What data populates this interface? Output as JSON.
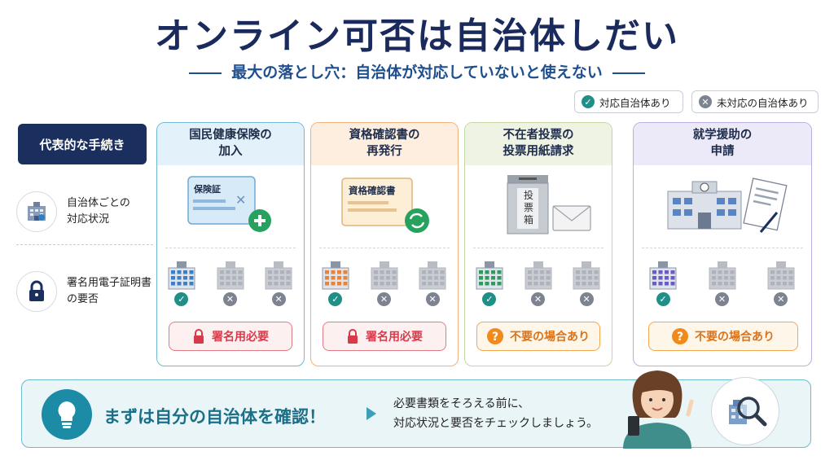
{
  "title": "オンライン可否は自治体しだい",
  "subtitle": "最大の落とし穴：自治体が対応していないと使えない",
  "legend": {
    "supported": "対応自治体あり",
    "unsupported": "未対応の自治体あり"
  },
  "rows": {
    "header": "代表的な手続き",
    "status": "自治体ごとの\n対応状況",
    "signature": "署名用電子証明書\nの要否"
  },
  "columns": [
    {
      "title_line1": "国民健康保険の",
      "title_line2": "加入",
      "card_label": "保険証",
      "pill": "署名用必要",
      "pill_type": "required",
      "accent": "#6fb8d6",
      "head_bg": "#e3f2fa",
      "bldg": "#3d7fc6"
    },
    {
      "title_line1": "資格確認書の",
      "title_line2": "再発行",
      "card_label": "資格確認書",
      "pill": "署名用必要",
      "pill_type": "required",
      "accent": "#f2b07a",
      "head_bg": "#fdeee0",
      "bldg": "#e8843a"
    },
    {
      "title_line1": "不在者投票の",
      "title_line2": "投票用紙請求",
      "box_label": "投票箱",
      "pill": "不要の場合あり",
      "pill_type": "optional",
      "accent": "#c5d6a3",
      "head_bg": "#eef3e3",
      "bldg": "#2f9a5e"
    },
    {
      "title_line1": "就学援助の",
      "title_line2": "申請",
      "pill": "不要の場合あり",
      "pill_type": "optional",
      "accent": "#b9aee0",
      "head_bg": "#eceaf8",
      "bldg": "#6a5cc4"
    }
  ],
  "bottom": {
    "message": "まずは自分の自治体を確認！",
    "note_line1": "必要書類をそろえる前に、",
    "note_line2": "対応状況と要否をチェックしましょう。"
  },
  "icons": {
    "check": "check-icon",
    "cross": "cross-icon",
    "lock": "lock-icon",
    "question": "question-icon",
    "bulb": "lightbulb-icon",
    "magnifier": "magnifier-icon"
  },
  "colors": {
    "navy": "#1b2f5e",
    "teal": "#1c8ba6",
    "check_green": "#1f8f88",
    "cross_gray": "#7d8390",
    "required_red": "#d93a4a",
    "optional_orange": "#f08a1c"
  }
}
